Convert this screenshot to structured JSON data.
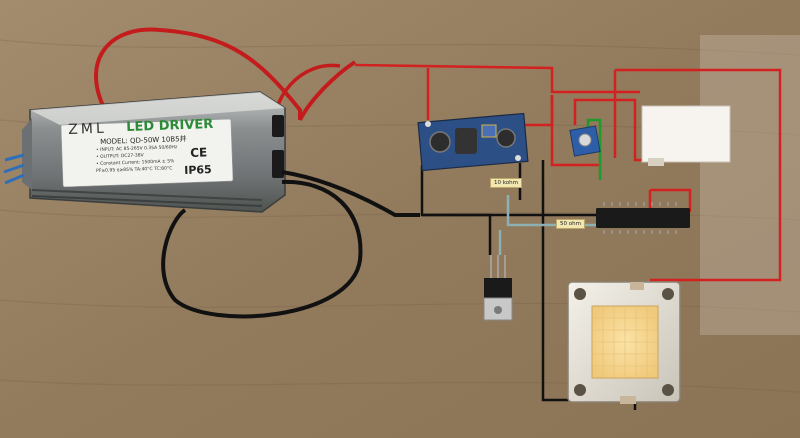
{
  "photo": {
    "subject": "LED driver wiring on wooden board",
    "colors": {
      "wood": "#9a8467",
      "wood_light": "#b39c7c",
      "wire_red": "#d32020",
      "wire_black": "#111111",
      "wire_green": "#1f9a2a",
      "wire_gray": "#8fb0b3"
    }
  },
  "driver": {
    "brand": "ZML",
    "title": "LED DRIVER",
    "model": "MODEL: QD-50W  10B5并",
    "rating": "IP65",
    "ce_mark": "CE",
    "spec_lines": [
      "• INPUT: AC 85-265V 0.35A  50/60Hz",
      "• OUTPUT: DC27-38V",
      "• Constant Current: 1500mA ± 5%",
      "   PF≥0.95  η≥85%  TA:40°C  TC:80°C"
    ]
  },
  "labels": {
    "resistor_top": "10 kohm",
    "resistor_mid": "50 ohm"
  }
}
